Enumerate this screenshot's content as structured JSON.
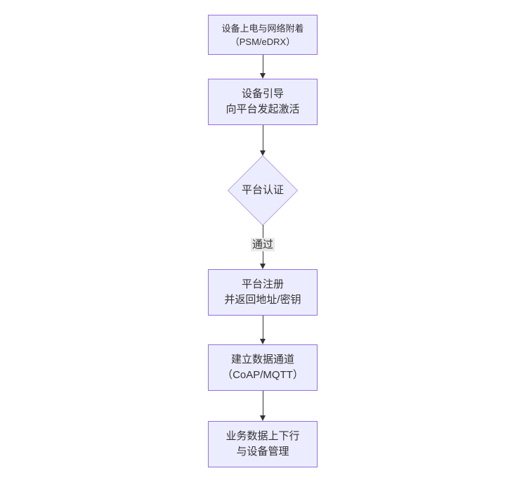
{
  "diagram": {
    "type": "flowchart",
    "direction": "top-down",
    "colors": {
      "background": "#ffffff",
      "node_fill": "#ECECFF",
      "node_border": "#9370DB",
      "diamond_border": "#b9a7e0",
      "text": "#333333",
      "arrow": "#333333",
      "edge_label_bg": "#e8e8e8"
    },
    "nodes": [
      {
        "id": "power-attach",
        "type": "rect",
        "lines": [
          "设备上电与网络附着",
          "（PSM/eDRX）"
        ]
      },
      {
        "id": "bootstrap",
        "type": "rect",
        "lines": [
          "设备引导",
          "向平台发起激活"
        ]
      },
      {
        "id": "platform-auth",
        "type": "diamond",
        "lines": [
          "平台认证"
        ]
      },
      {
        "id": "platform-register",
        "type": "rect",
        "lines": [
          "平台注册",
          "并返回地址/密钥"
        ]
      },
      {
        "id": "data-channel",
        "type": "rect",
        "lines": [
          "建立数据通道",
          "（CoAP/MQTT）"
        ]
      },
      {
        "id": "business-data",
        "type": "rect",
        "lines": [
          "业务数据上下行",
          "与设备管理"
        ]
      }
    ],
    "edges": [
      {
        "from": "power-attach",
        "to": "bootstrap",
        "label": ""
      },
      {
        "from": "bootstrap",
        "to": "platform-auth",
        "label": ""
      },
      {
        "from": "platform-auth",
        "to": "platform-register",
        "label": "通过"
      },
      {
        "from": "platform-register",
        "to": "data-channel",
        "label": ""
      },
      {
        "from": "data-channel",
        "to": "business-data",
        "label": ""
      }
    ]
  }
}
